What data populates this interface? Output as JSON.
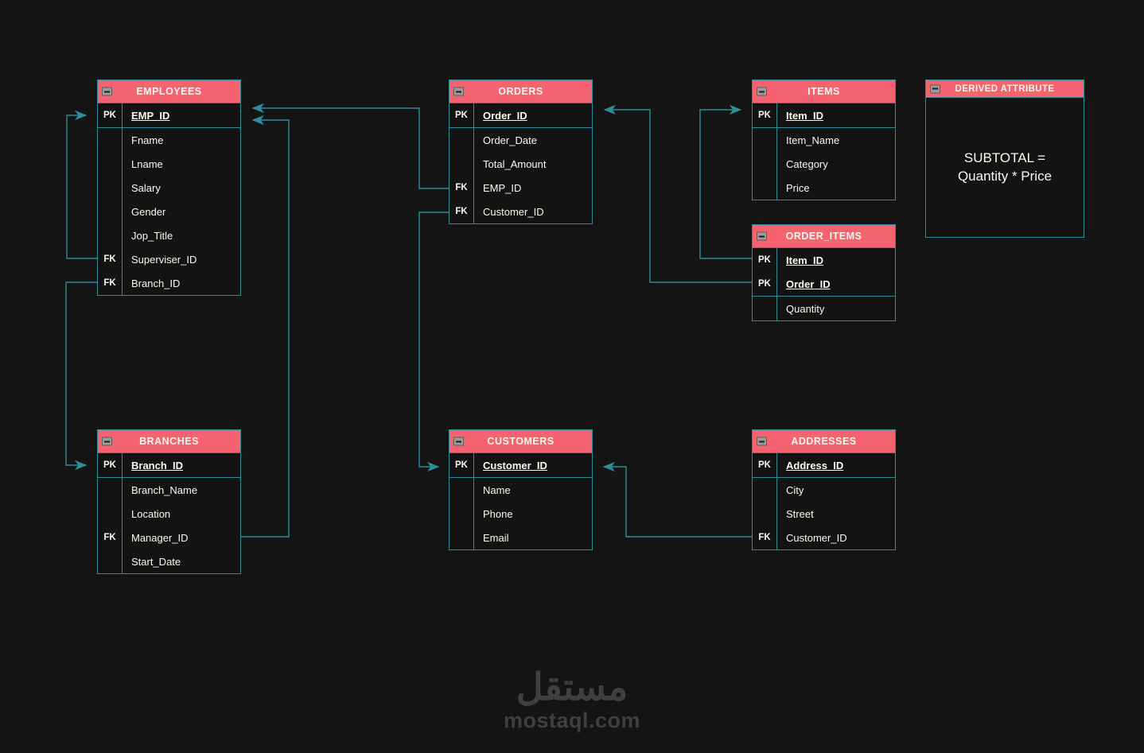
{
  "diagram": {
    "type": "entity-relationship-diagram",
    "background_color": "#141414",
    "header_color": "#f4636f",
    "border_color": "#2d8d99",
    "text_color": "#fdf7ec",
    "connector_color": "#2d8d99"
  },
  "entities": [
    {
      "id": "employees",
      "title": "EMPLOYEES",
      "collapse_icon": "minus-icon",
      "key_groups": [
        {
          "attributes": [
            {
              "key": "PK",
              "name": "EMP_ID",
              "is_pk": true
            }
          ]
        },
        {
          "attributes": [
            {
              "key": "",
              "name": "Fname",
              "is_pk": false
            },
            {
              "key": "",
              "name": "Lname",
              "is_pk": false
            },
            {
              "key": "",
              "name": "Salary",
              "is_pk": false
            },
            {
              "key": "",
              "name": "Gender",
              "is_pk": false
            },
            {
              "key": "",
              "name": "Jop_Title",
              "is_pk": false
            },
            {
              "key": "FK",
              "name": "Superviser_ID",
              "is_pk": false
            },
            {
              "key": "FK",
              "name": "Branch_ID",
              "is_pk": false
            }
          ]
        }
      ]
    },
    {
      "id": "orders",
      "title": "ORDERS",
      "collapse_icon": "minus-icon",
      "key_groups": [
        {
          "attributes": [
            {
              "key": "PK",
              "name": "Order_ID",
              "is_pk": true
            }
          ]
        },
        {
          "attributes": [
            {
              "key": "",
              "name": "Order_Date",
              "is_pk": false
            },
            {
              "key": "",
              "name": "Total_Amount",
              "is_pk": false
            },
            {
              "key": "FK",
              "name": "EMP_ID",
              "is_pk": false
            },
            {
              "key": "FK",
              "name": "Customer_ID",
              "is_pk": false
            }
          ]
        }
      ]
    },
    {
      "id": "items",
      "title": "ITEMS",
      "collapse_icon": "minus-icon",
      "key_groups": [
        {
          "attributes": [
            {
              "key": "PK",
              "name": "Item_ID",
              "is_pk": true
            }
          ]
        },
        {
          "attributes": [
            {
              "key": "",
              "name": "Item_Name",
              "is_pk": false
            },
            {
              "key": "",
              "name": "Category",
              "is_pk": false
            },
            {
              "key": "",
              "name": "Price",
              "is_pk": false
            }
          ]
        }
      ]
    },
    {
      "id": "order_items",
      "title": "ORDER_ITEMS",
      "collapse_icon": "minus-icon",
      "key_groups": [
        {
          "attributes": [
            {
              "key": "PK",
              "name": "Item_ID",
              "is_pk": true
            },
            {
              "key": "PK",
              "name": "Order_ID",
              "is_pk": true
            }
          ]
        },
        {
          "attributes": [
            {
              "key": "",
              "name": "Quantity",
              "is_pk": false
            }
          ]
        }
      ]
    },
    {
      "id": "branches",
      "title": "BRANCHES",
      "collapse_icon": "minus-icon",
      "key_groups": [
        {
          "attributes": [
            {
              "key": "PK",
              "name": "Branch_ID",
              "is_pk": true
            }
          ]
        },
        {
          "attributes": [
            {
              "key": "",
              "name": "Branch_Name",
              "is_pk": false
            },
            {
              "key": "",
              "name": "Location",
              "is_pk": false
            },
            {
              "key": "FK",
              "name": "Manager_ID",
              "is_pk": false
            },
            {
              "key": "",
              "name": "Start_Date",
              "is_pk": false
            }
          ]
        }
      ]
    },
    {
      "id": "customers",
      "title": "CUSTOMERS",
      "collapse_icon": "minus-icon",
      "key_groups": [
        {
          "attributes": [
            {
              "key": "PK",
              "name": "Customer_ID",
              "is_pk": true
            }
          ]
        },
        {
          "attributes": [
            {
              "key": "",
              "name": "Name",
              "is_pk": false
            },
            {
              "key": "",
              "name": "Phone",
              "is_pk": false
            },
            {
              "key": "",
              "name": "Email",
              "is_pk": false
            }
          ]
        }
      ]
    },
    {
      "id": "addresses",
      "title": "ADDRESSES",
      "collapse_icon": "minus-icon",
      "key_groups": [
        {
          "attributes": [
            {
              "key": "PK",
              "name": "Address_ID",
              "is_pk": true
            }
          ]
        },
        {
          "attributes": [
            {
              "key": "",
              "name": "City",
              "is_pk": false
            },
            {
              "key": "",
              "name": "Street",
              "is_pk": false
            },
            {
              "key": "FK",
              "name": "Customer_ID",
              "is_pk": false
            }
          ]
        }
      ]
    }
  ],
  "note": {
    "title": "DERIVED ATTRIBUTE",
    "collapse_icon": "minus-icon",
    "line1": "SUBTOTAL =",
    "line2": "Quantity * Price"
  },
  "relationships": [
    {
      "from": "employees.Superviser_ID",
      "to": "employees.EMP_ID"
    },
    {
      "from": "employees.Branch_ID",
      "to": "branches.Branch_ID"
    },
    {
      "from": "orders.EMP_ID",
      "to": "employees.EMP_ID"
    },
    {
      "from": "branches.Manager_ID",
      "to": "employees.EMP_ID"
    },
    {
      "from": "orders.Customer_ID",
      "to": "customers.Customer_ID"
    },
    {
      "from": "order_items.Item_ID",
      "to": "items.Item_ID"
    },
    {
      "from": "order_items.Order_ID",
      "to": "orders.Order_ID"
    },
    {
      "from": "addresses.Customer_ID",
      "to": "customers.Customer_ID"
    }
  ],
  "watermark": {
    "arabic": "مستقل",
    "latin": "mostaql.com"
  }
}
